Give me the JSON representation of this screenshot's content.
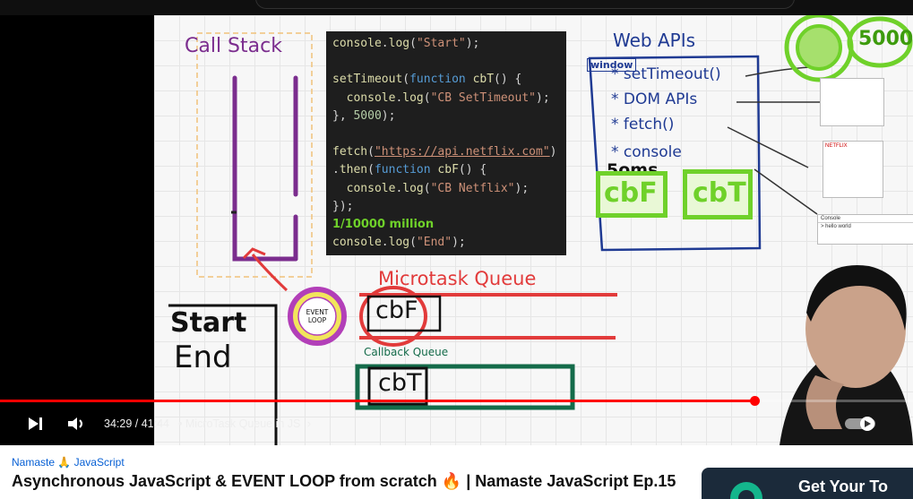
{
  "player": {
    "time_current": "34:29",
    "time_separator": " / ",
    "time_total": "41:44",
    "chapter_bullet": "•",
    "chapter_title": "MicroTask Queue in JS",
    "progress_fraction": 0.826
  },
  "board": {
    "call_stack_label": "Call Stack",
    "web_apis_label": "Web APIs",
    "window_label": "window",
    "api_items": [
      "* setTimeout()",
      "* DOM APIs",
      "* fetch()",
      "* console"
    ],
    "timer_label": "5oms",
    "timer_bubble": "5000",
    "cb_boxes": [
      "cbF",
      "cbT"
    ],
    "microtask_label": "Microtask Queue",
    "microtask_item": "cbF",
    "callback_queue_label": "Callback Queue",
    "callback_item": "cbT",
    "event_loop_label": "EVENT LOOP",
    "output_lines": [
      "Start",
      "End"
    ],
    "code_annotation": "1/10000 million",
    "console_tab": "Console",
    "console_output": "> hello world",
    "netflix_label": "NETFLIX",
    "code": [
      "console.log(\"Start\");",
      "",
      "setTimeout(function cbT() {",
      "  console.log(\"CB SetTimeout\");",
      "}, 5000);",
      "",
      "fetch(\"https://api.netflix.com\")",
      ".then(function cbF() {",
      "  console.log(\"CB Netflix\");",
      "});",
      "",
      "console.log(\"End\");"
    ]
  },
  "video_info": {
    "channel": "Namaste 🙏 JavaScript",
    "title": "Asynchronous JavaScript & EVENT LOOP from scratch 🔥 | Namaste JavaScript Ep.15"
  },
  "ad": {
    "text": "Get Your To"
  },
  "colors": {
    "progress": "#ff0000",
    "callstack": "#7b2d8e",
    "webapi": "#1f3a93",
    "green": "#6fd12a",
    "red": "#e23b3b",
    "callback_queue": "#146b4a"
  }
}
